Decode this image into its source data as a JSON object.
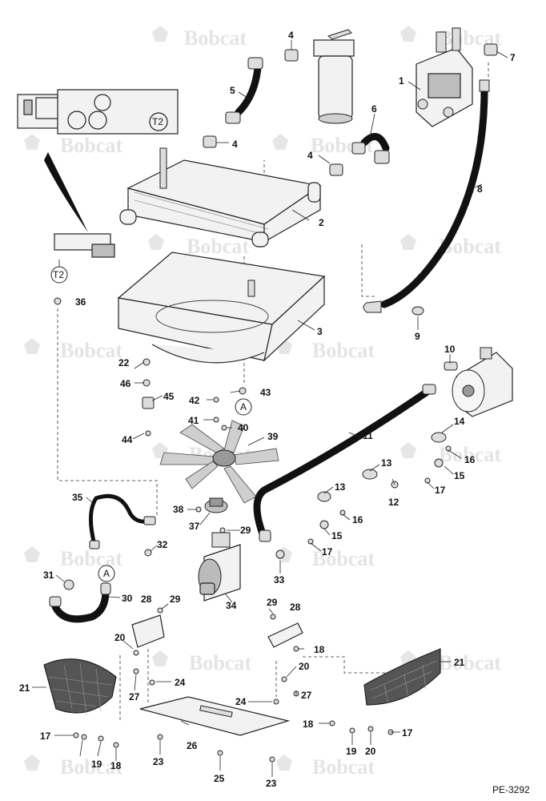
{
  "watermark": "Bobcat",
  "figure_code": "PE-3292",
  "connector_label": "T2",
  "reference_label": "A",
  "callouts": [
    "1",
    "2",
    "3",
    "4",
    "4",
    "4",
    "5",
    "6",
    "7",
    "8",
    "9",
    "10",
    "11",
    "12",
    "13",
    "13",
    "14",
    "15",
    "15",
    "16",
    "16",
    "17",
    "17",
    "17",
    "17",
    "18",
    "18",
    "18",
    "19",
    "19",
    "20",
    "20",
    "20",
    "21",
    "21",
    "22",
    "23",
    "23",
    "24",
    "24",
    "25",
    "26",
    "27",
    "27",
    "28",
    "28",
    "29",
    "29",
    "29",
    "30",
    "31",
    "32",
    "33",
    "34",
    "35",
    "36",
    "37",
    "38",
    "39",
    "40",
    "41",
    "42",
    "43",
    "44",
    "45",
    "46"
  ]
}
